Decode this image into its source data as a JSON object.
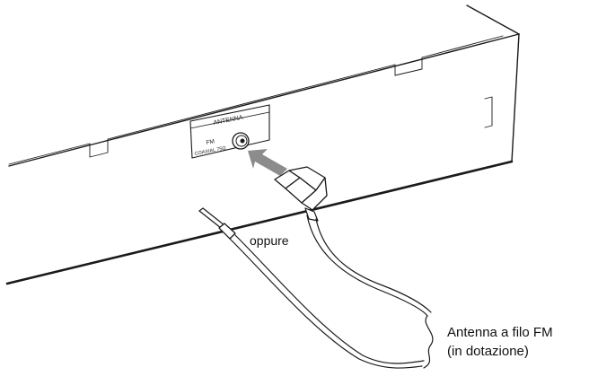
{
  "panel": {
    "title": "ANTENNA",
    "band": "FM",
    "connector_spec": "COAXIAL 75Ω"
  },
  "labels": {
    "or_label": "oppure",
    "antenna_line1": "Antenna a filo FM",
    "antenna_line2": "(in dotazione)"
  },
  "colors": {
    "line": "#1a1a1a",
    "arrow": "#8c8c8c",
    "background": "#ffffff"
  }
}
